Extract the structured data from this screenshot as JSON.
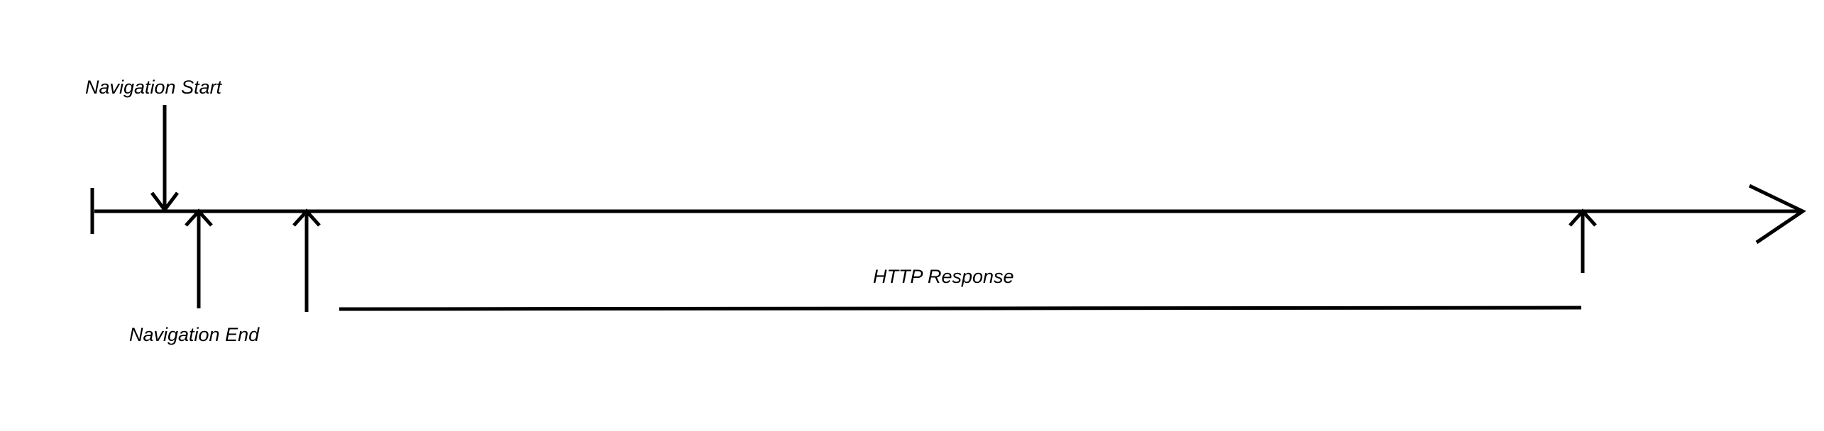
{
  "labels": {
    "navigation_start": "Navigation Start",
    "navigation_end": "Navigation End",
    "http_response": "HTTP Response"
  }
}
